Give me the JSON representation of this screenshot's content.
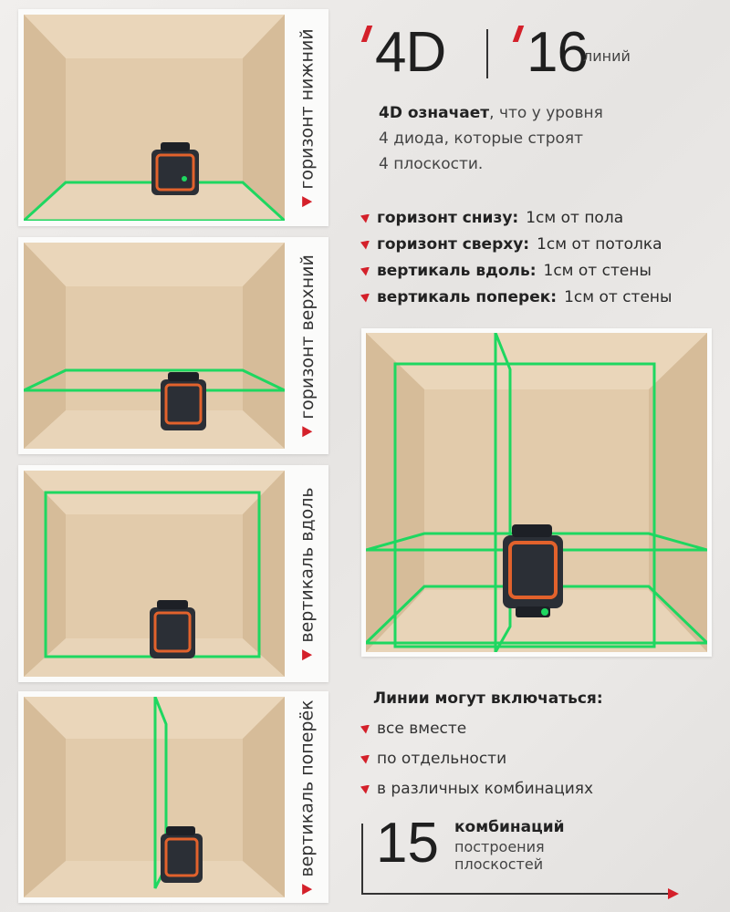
{
  "header": {
    "left_value": "4D",
    "right_value": "16",
    "right_unit": "линий"
  },
  "description": {
    "bold": "4D означает",
    "line1_rest": ", что у уровня",
    "line2": "4 диода, которые строят",
    "line3": "4 плоскости."
  },
  "specs": [
    {
      "label": "горизонт снизу:",
      "value": "1см от пола"
    },
    {
      "label": "горизонт сверху:",
      "value": "1см от потолка"
    },
    {
      "label": "вертикаль вдоль:",
      "value": "1см от стены"
    },
    {
      "label": "вертикаль поперек:",
      "value": "1см от стены"
    }
  ],
  "panels": [
    {
      "label": "горизонт нижний"
    },
    {
      "label": "горизонт верхний"
    },
    {
      "label": "вертикаль вдоль"
    },
    {
      "label": "вертикаль поперёк"
    }
  ],
  "modes": {
    "heading": "Линии могут включаться:",
    "items": [
      "все вместе",
      "по отдельности",
      "в различных комбинациях"
    ]
  },
  "combinations": {
    "number": "15",
    "title": "комбинаций",
    "subtitle": "построения плоскостей"
  },
  "colors": {
    "accent": "#d4202a",
    "laser": "#1ed760",
    "wood": "#e3cdb0"
  }
}
